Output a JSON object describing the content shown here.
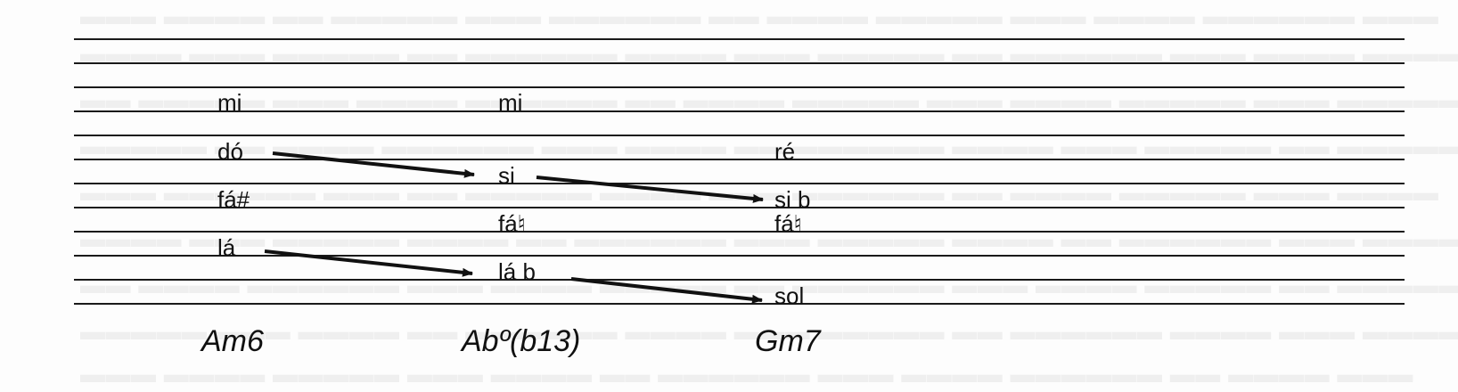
{
  "notes": {
    "am6_mi": "mi",
    "am6_do": "dó",
    "am6_fa_sharp": "fá#",
    "am6_la": "lá",
    "ab_mi": "mi",
    "ab_si": "si",
    "ab_fa_natural": "fá♮",
    "ab_la_flat": "lá b",
    "gm7_re": "ré",
    "gm7_si_flat": "si b",
    "gm7_fa_natural": "fá♮",
    "gm7_sol": "sol"
  },
  "chords": {
    "first": "Am6",
    "second": "Abº(b13)",
    "third": "Gm7"
  },
  "colors": {
    "ink": "#111111",
    "paper": "#fdfdfd"
  }
}
